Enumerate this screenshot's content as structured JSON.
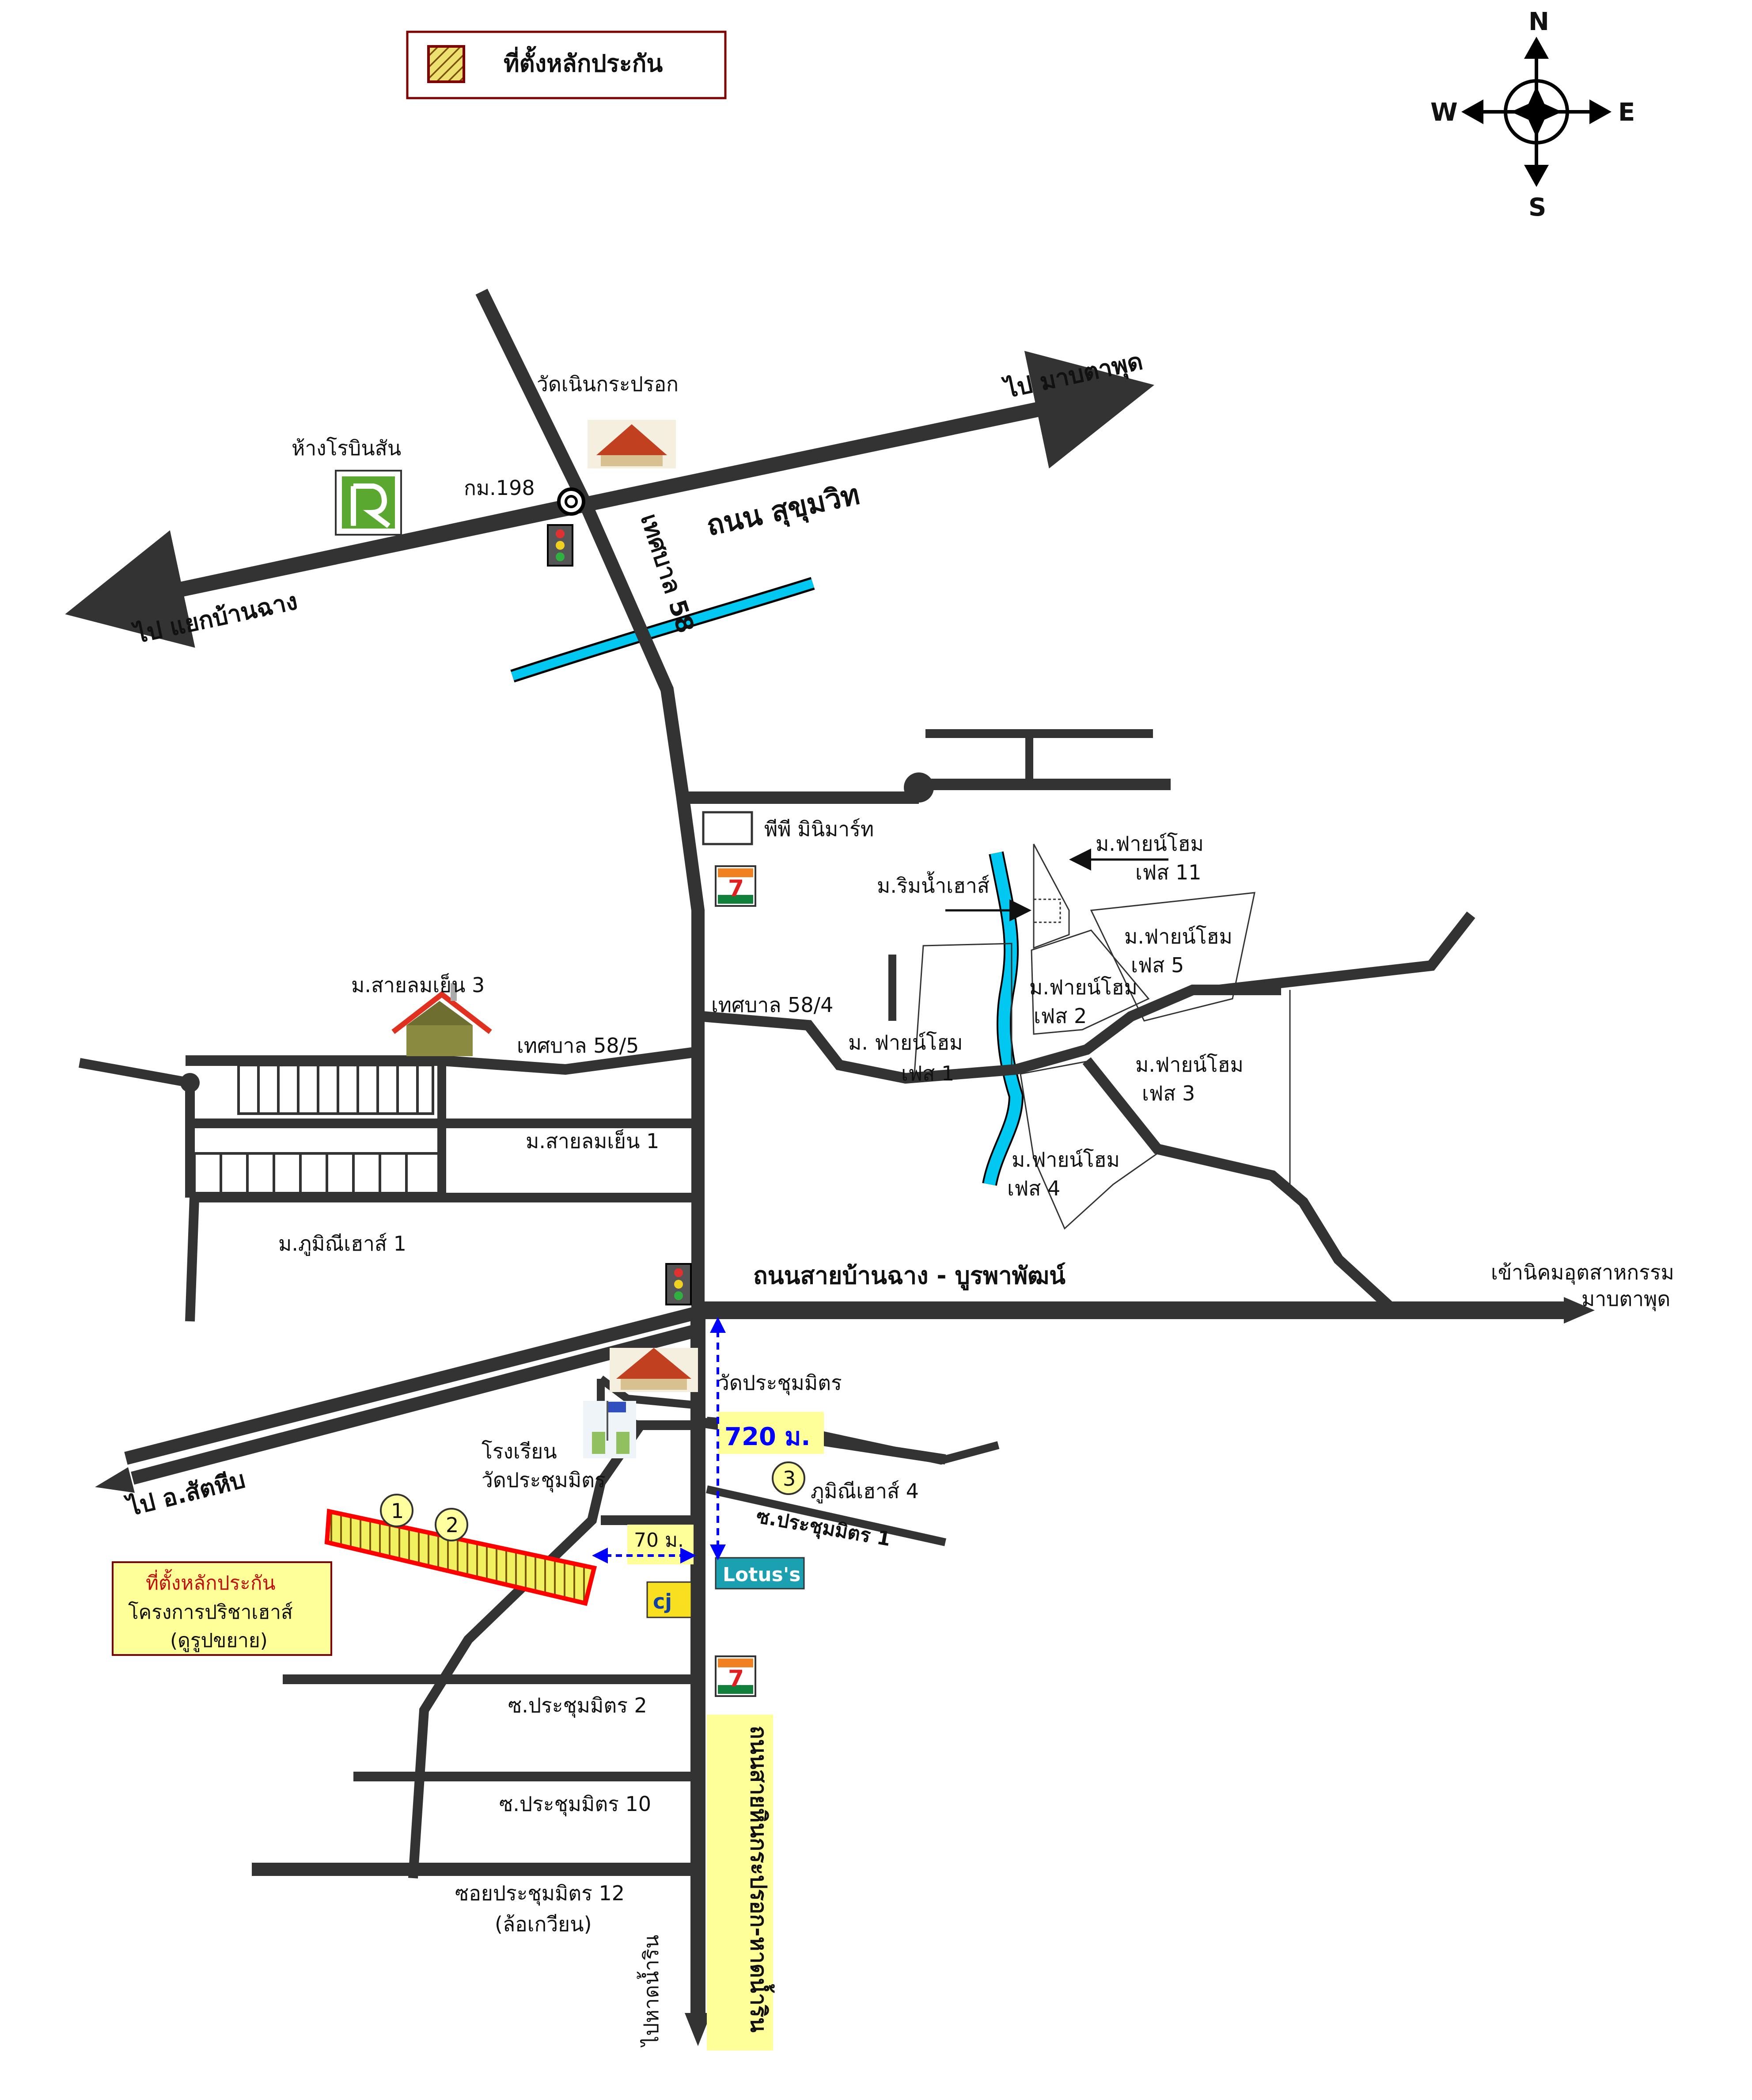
{
  "legend": {
    "label": "ที่ตั้งหลักประกัน"
  },
  "compass": {
    "north": "N",
    "south": "S",
    "east": "E",
    "west": "W"
  },
  "roads": {
    "sukhumvit": "ถนน สุขุมวิท",
    "to_maptaphut": "ไป มาบตาพุด",
    "to_ban_chang": "ไป แยกบ้านฉาง",
    "tessaban58": "เทศบาล 58",
    "tessaban58_4": "เทศบาล 58/4",
    "tessaban58_5": "เทศบาล 58/5",
    "banchang_burapa": "ถนนสายบ้านฉาง - บูรพาพัฒน์",
    "to_sattahip": "ไป อ.สัตหีบ",
    "industrial_1": "เข้านิคมอุตสาหกรรม",
    "industrial_2": "มาบตาพุด",
    "soi1": "ซ.ประชุมมิตร 1",
    "soi2": "ซ.ประชุมมิตร 2",
    "soi10": "ซ.ประชุมมิตร 10",
    "soi12_1": "ซอยประชุมมิตร 12",
    "soi12_2": "(ล้อเกวียน)",
    "to_hat_namrin": "ไปหาดน้ำริน",
    "vertical_road": "ถนนสายหินกระปรอก-หาดน้ำริน"
  },
  "landmarks": {
    "wat_noen": "วัดเนินกระปรอก",
    "robinson": "ห้างโรบินสัน",
    "km198": "กม.198",
    "pp_minimart": "พีพี มินิมาร์ท",
    "sailom3": "ม.สายลมเย็น 3",
    "sailom1": "ม.สายลมเย็น 1",
    "phummi1": "ม.ภูมิณีเฮาส์ 1",
    "wat_prachum": "วัดประชุมมิตร",
    "school_1": "โรงเรียน",
    "school_2": "วัดประชุมมิตร",
    "phummi4": "ภูมิณีเฮาส์ 4",
    "lotus": "Lotus's",
    "rimnam": "ม.ริมน้ำเฮาส์",
    "fine11_1": "ม.ฟายน์โฮม",
    "fine11_2": "เฟส 11",
    "fine5_1": "ม.ฟายน์โฮม",
    "fine5_2": "เฟส 5",
    "fine2_1": "ม.ฟายน์โฮม",
    "fine2_2": "เฟส 2",
    "fine1_1": "ม. ฟายน์โฮม",
    "fine1_2": "เฟส 1",
    "fine3_1": "ม.ฟายน์โฮม",
    "fine3_2": "เฟส 3",
    "fine4_1": "ม.ฟายน์โฮม",
    "fine4_2": "เฟส 4"
  },
  "distances": {
    "d720": "720 ม.",
    "d70": "70 ม."
  },
  "collateral": {
    "marker1": "1",
    "marker2": "2",
    "marker3": "3",
    "box_line1": "ที่ตั้งหลักประกัน",
    "box_line2": "โครงการปริชาเฮาส์",
    "box_line3": "(ดูรูปขยาย)"
  },
  "icons": {
    "seven_eleven": "7",
    "cj_store": "cj"
  },
  "colors": {
    "road": "#333333",
    "river": "#00c8f0",
    "highlight": "#ffff99",
    "collateral_fill": "#e8e840",
    "collateral_border": "#ff0000",
    "distance_arrow": "#0000ff",
    "legend_border": "#800000"
  }
}
